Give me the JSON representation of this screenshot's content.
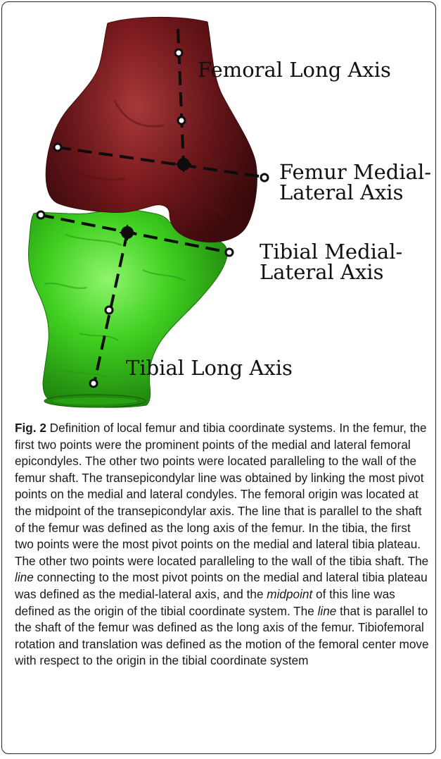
{
  "figure": {
    "labels": {
      "femoral_long_axis": "Femoral Long Axis",
      "femur_ml_axis": "Femur Medial-\nLateral Axis",
      "tibial_ml_axis": "Tibial Medial-\nLateral Axis",
      "tibial_long_axis": "Tibial Long Axis"
    },
    "colors": {
      "femur": "#7d1a1e",
      "tibia": "#36c01a",
      "axis": "#0d0d0d"
    }
  },
  "caption": {
    "label": "Fig. 2",
    "p1": " Definition of local femur and tibia coordinate systems. In the femur, the first two points were the prominent points of the medial and lateral femoral epicondyles. The other two points were located paralleling to the wall of the femur shaft. The transepicondylar line was obtained by linking the most pivot points on the medial and lateral condyles. The femoral origin was located at the midpoint of the transepicondylar axis. The line that is parallel to the shaft of the femur was defined as the long axis of the femur. In the tibia, the first two points were the most pivot points on the medial and lateral tibia plateau. The other two points were located paralleling to the wall of the tibia shaft. The ",
    "i1": "line",
    "p2": " connecting to the most pivot points on the medial and lateral tibia plateau was defined as the medial-lateral axis, and the ",
    "i2": "midpoint",
    "p3": " of this line was defined as the origin of the tibial coordinate system. The ",
    "i3": "line",
    "p4": " that is parallel to the shaft of the femur was defined as the long axis of the femur. Tibiofemoral rotation and translation was defined as the motion of the femoral center move with respect to the origin in the tibial coordinate system"
  }
}
